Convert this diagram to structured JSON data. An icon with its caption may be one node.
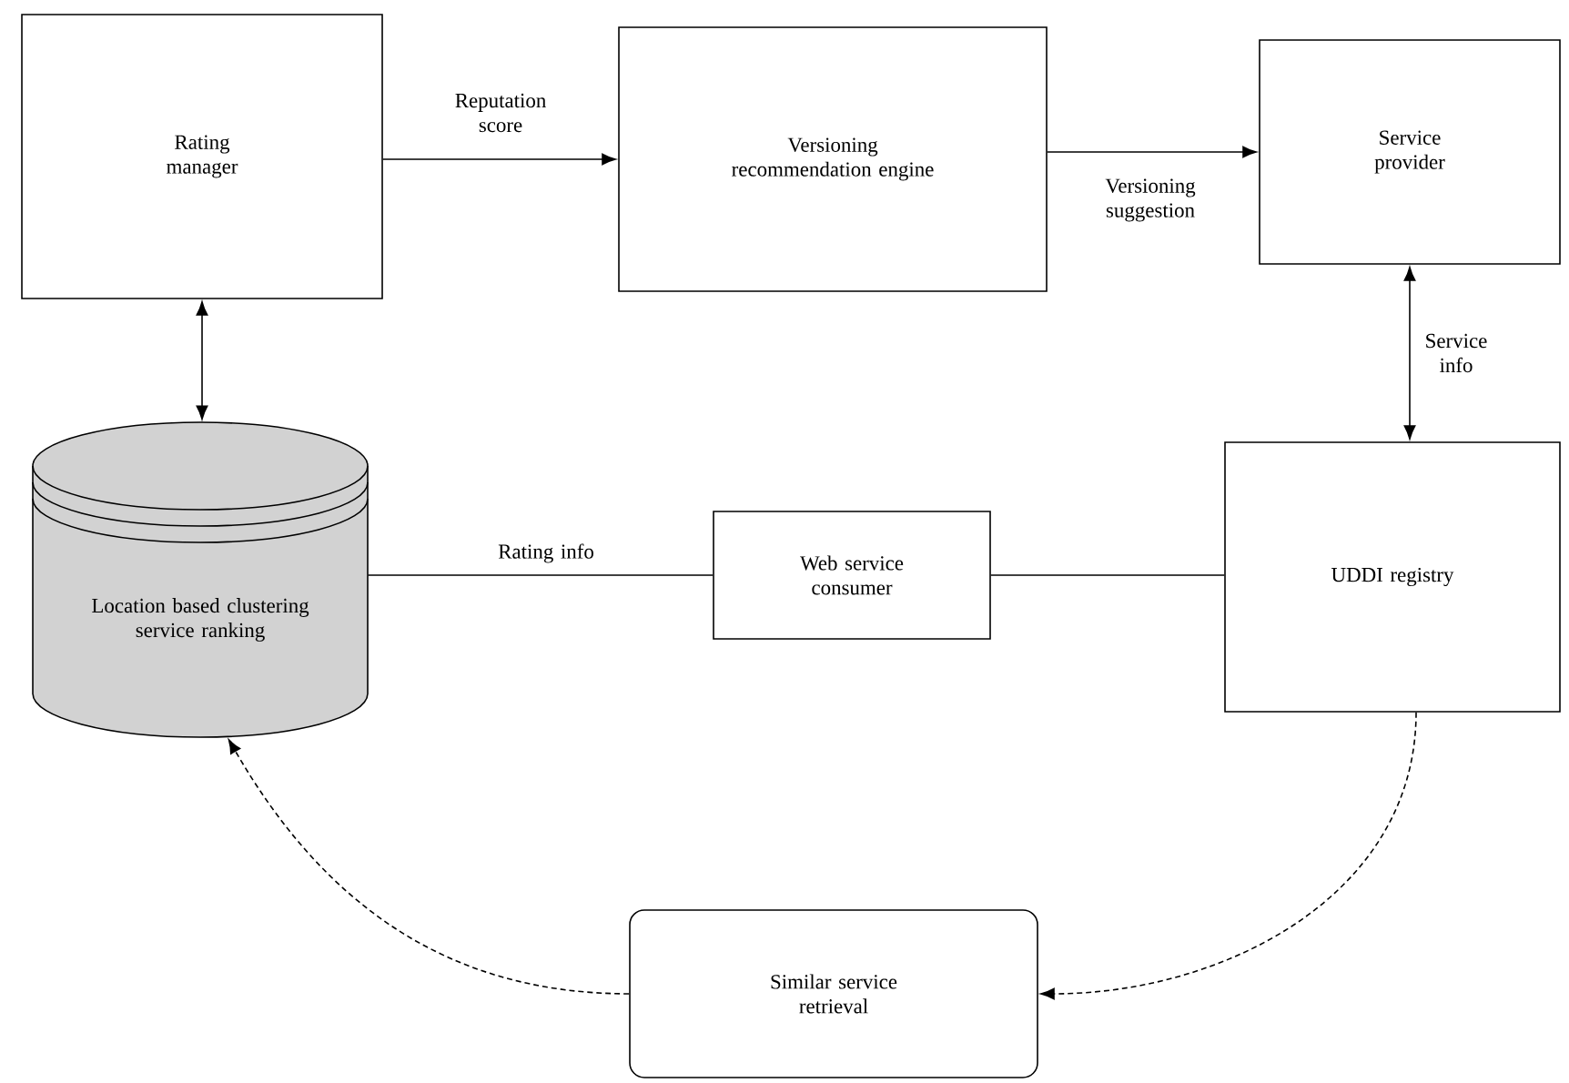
{
  "diagram": {
    "nodes": [
      {
        "text": [
          "Rating manager"
        ]
      },
      {
        "text": [
          "Versioning recommendation engine"
        ]
      },
      {
        "text": [
          "Service provider"
        ]
      },
      {
        "text": [
          "Location based clustering service ranking"
        ]
      },
      {
        "text": [
          "Web service consumer"
        ]
      },
      {
        "text": [
          "UDDI registry"
        ]
      },
      {
        "text": [
          "Similar service retrieval"
        ]
      }
    ],
    "edges": [
      {
        "from": 0,
        "to": 1,
        "arrow": "to",
        "label": "Reputation score"
      },
      {
        "from": 1,
        "to": 2,
        "arrow": "to",
        "label": "Versioning suggestion"
      },
      {
        "from": 0,
        "to": 3,
        "arrow": "both"
      },
      {
        "from": 2,
        "to": 5,
        "arrow": "both",
        "label": "Service info"
      },
      {
        "from": 3,
        "to": 4,
        "arrow": "none",
        "label": "Rating info"
      },
      {
        "from": 4,
        "to": 5,
        "arrow": "none"
      },
      {
        "from": 5,
        "to": 6,
        "arrow": "to",
        "style": "dashed"
      },
      {
        "from": 6,
        "to": 3,
        "arrow": "to",
        "style": "dashed"
      }
    ]
  }
}
